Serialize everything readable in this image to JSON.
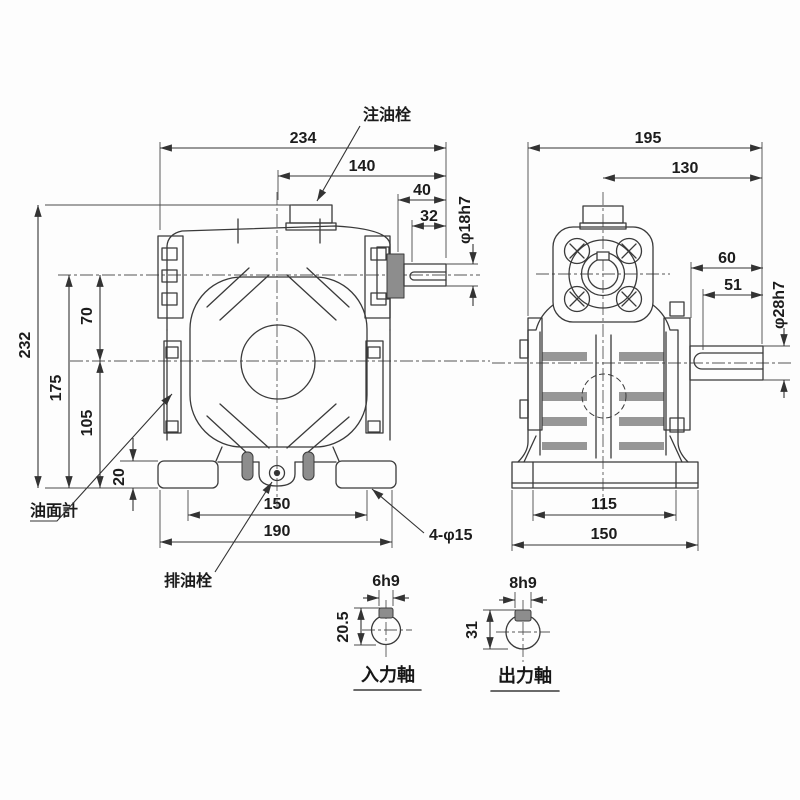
{
  "front_view": {
    "dims": {
      "overall_width": "234",
      "center_to_tip": "140",
      "shaft_length": "40",
      "keyway_length": "32",
      "shaft_diameter": "φ18h7",
      "overall_height": "232",
      "input_height": "175",
      "axis_distance": "70",
      "output_height": "105",
      "base_height": "20",
      "hole_pitch": "150",
      "base_width": "190",
      "mount_holes": "4-φ15"
    },
    "labels": {
      "oil_fill_plug": "注油栓",
      "oil_level_gauge": "油面計",
      "oil_drain_plug": "排油栓"
    }
  },
  "side_view": {
    "dims": {
      "overall_depth": "195",
      "center_to_tip": "130",
      "shaft_length": "60",
      "keyway_length": "51",
      "shaft_diameter": "φ28h7",
      "hole_pitch": "115",
      "base_width": "150"
    }
  },
  "shaft_sections": {
    "input": {
      "keyway": "6h9",
      "height": "20.5",
      "label": "入力軸"
    },
    "output": {
      "keyway": "8h9",
      "height": "31",
      "label": "出力軸"
    }
  }
}
